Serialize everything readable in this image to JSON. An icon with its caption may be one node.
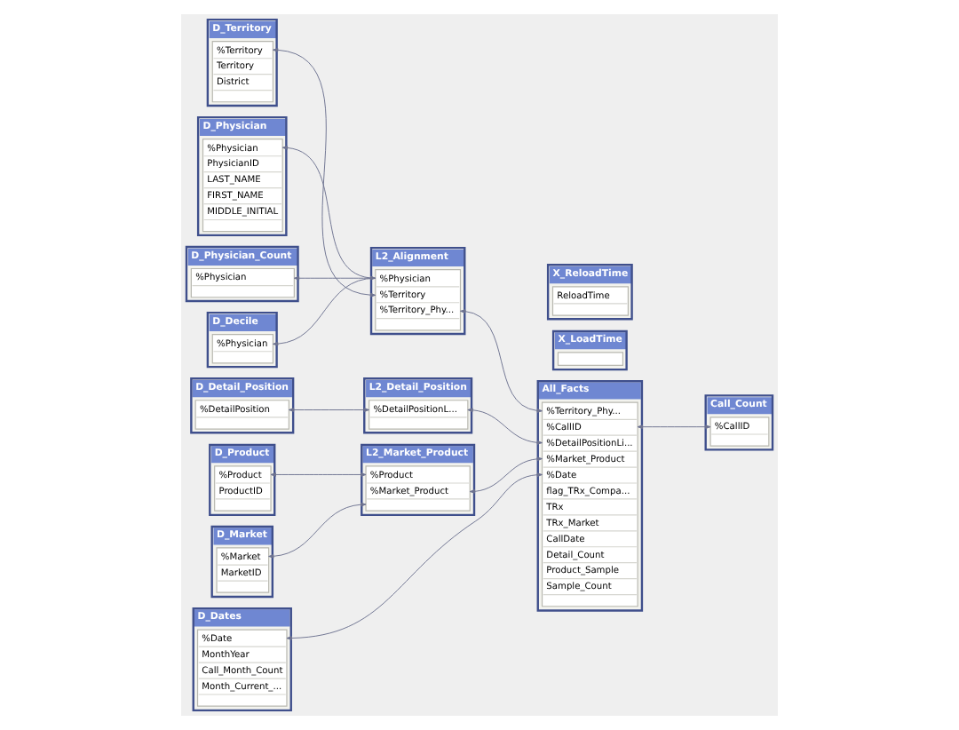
{
  "diagram": {
    "nodes": [
      {
        "text": [
          "D_Territory",
          "%Territory",
          "Territory",
          "District"
        ]
      },
      {
        "text": [
          "D_Physician",
          "%Physician",
          "PhysicianID",
          "LAST_NAME",
          "FIRST_NAME",
          "MIDDLE_INITIAL"
        ]
      },
      {
        "text": [
          "D_Physician_Count",
          "%Physician"
        ]
      },
      {
        "text": [
          "D_Decile",
          "%Physician"
        ]
      },
      {
        "text": [
          "D_Detail_Position",
          "%DetailPosition"
        ]
      },
      {
        "text": [
          "D_Product",
          "%Product",
          "ProductID"
        ]
      },
      {
        "text": [
          "D_Market",
          "%Market",
          "MarketID"
        ]
      },
      {
        "text": [
          "D_Dates",
          "%Date",
          "MonthYear",
          "Call_Month_Count",
          "Month_Current_..."
        ]
      },
      {
        "text": [
          "X_ReloadTime",
          "ReloadTime"
        ]
      },
      {
        "text": [
          "X_LoadTime"
        ]
      },
      {
        "text": [
          "L2_Alignment",
          "%Physician",
          "%Territory",
          "%Territory_Phy..."
        ]
      },
      {
        "text": [
          "L2_Detail_Position",
          "%DetailPositionL..."
        ]
      },
      {
        "text": [
          "L2_Market_Product",
          "%Product",
          "%Market_Product"
        ]
      },
      {
        "text": [
          "All_Facts",
          "%Territory_Phy...",
          "%CallID",
          "%DetailPositionLi...",
          "%Market_Product",
          "%Date",
          "flag_TRx_Compa...",
          "TRx",
          "TRx_Market",
          "CallDate",
          "Detail_Count",
          "Product_Sample",
          "Sample_Count"
        ]
      },
      {
        "text": [
          "Call_Count",
          "%CallID"
        ]
      }
    ],
    "edges": [
      {
        "from": 0,
        "to": 10,
        "arrow": "both"
      },
      {
        "from": 10,
        "to": 1,
        "arrow": "both"
      },
      {
        "from": 10,
        "to": 2,
        "arrow": "to"
      },
      {
        "from": 10,
        "to": 3,
        "arrow": "to"
      },
      {
        "from": 4,
        "to": 11,
        "arrow": "both"
      },
      {
        "from": 5,
        "to": 12,
        "arrow": "both"
      },
      {
        "from": 6,
        "to": 12,
        "arrow": "both"
      },
      {
        "from": 10,
        "to": 13,
        "arrow": "both"
      },
      {
        "from": 11,
        "to": 13,
        "arrow": "both"
      },
      {
        "from": 12,
        "to": 13,
        "arrow": "both"
      },
      {
        "from": 7,
        "to": 13,
        "arrow": "both"
      },
      {
        "from": 13,
        "to": 14,
        "arrow": "both"
      }
    ]
  }
}
